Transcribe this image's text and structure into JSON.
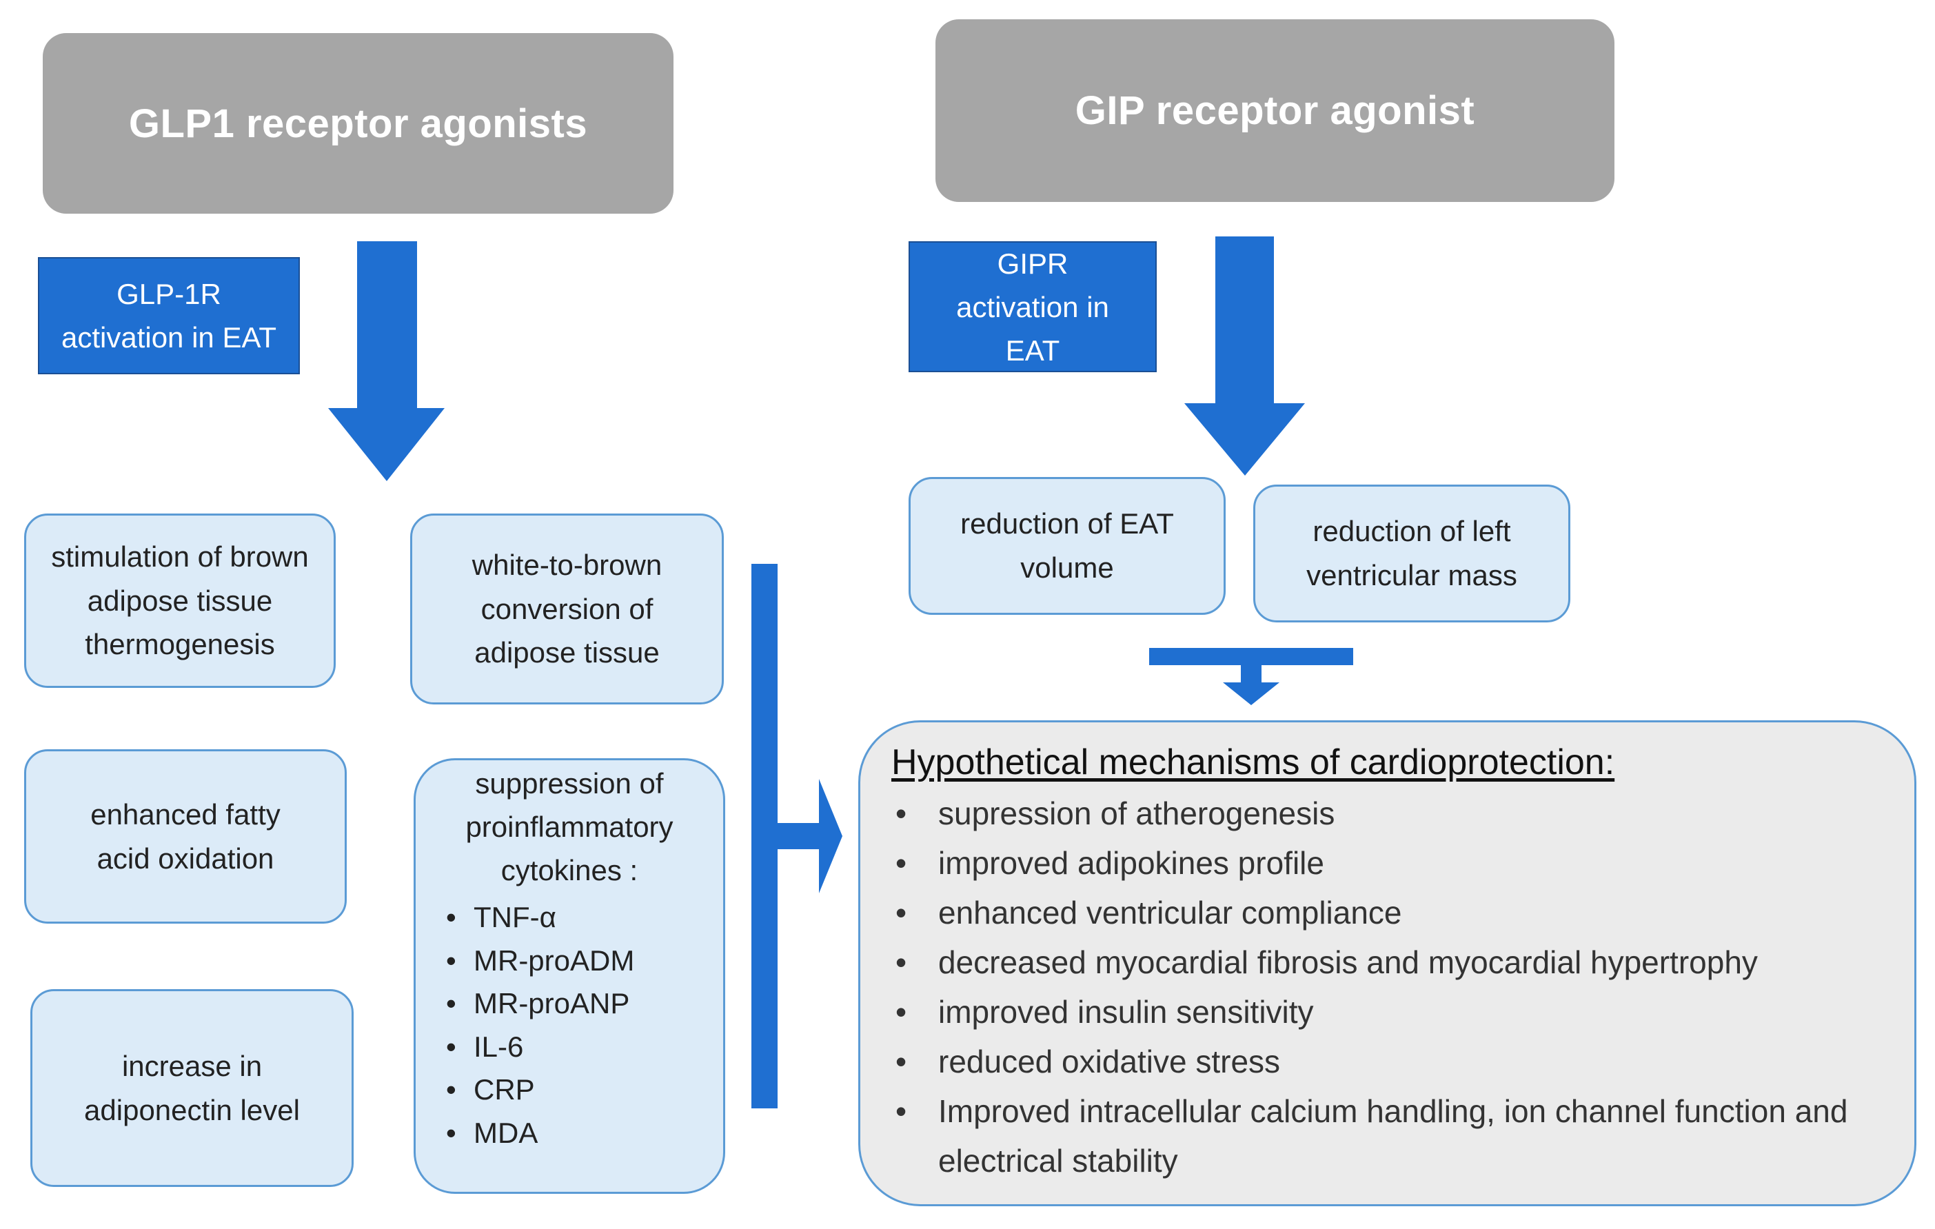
{
  "left": {
    "header": "GLP1 receptor agonists",
    "activation": "GLP-1R activation in EAT",
    "effects": [
      "stimulation of brown adipose tissue thermogenesis",
      "white-to-brown conversion of adipose tissue",
      "enhanced fatty acid oxidation",
      "increase in adiponectin level"
    ],
    "cytokines": {
      "title": "suppression of proinflammatory cytokines :",
      "items": [
        "TNF-α",
        "MR-proADM",
        "MR-proANP",
        "IL-6",
        "CRP",
        "MDA"
      ]
    }
  },
  "right": {
    "header": "GIP receptor agonist",
    "activation": "GIPR activation in EAT",
    "effects": [
      "reduction of EAT volume",
      "reduction of left ventricular mass"
    ]
  },
  "mechanisms": {
    "title": "Hypothetical mechanisms of cardioprotection:",
    "items": [
      "supression of atherogenesis",
      "improved adipokines profile",
      "enhanced ventricular compliance",
      "decreased myocardial fibrosis and myocardial hypertrophy",
      "improved insulin sensitivity",
      "reduced oxidative stress",
      "Improved intracellular calcium handling, ion channel function and electrical stability"
    ]
  },
  "colors": {
    "arrow": "#1f6fd1",
    "header_fill": "#a6a6a6",
    "effect_fill": "#dcebf8",
    "effect_border": "#5b9bd5",
    "mechanism_fill": "#ebebeb"
  }
}
